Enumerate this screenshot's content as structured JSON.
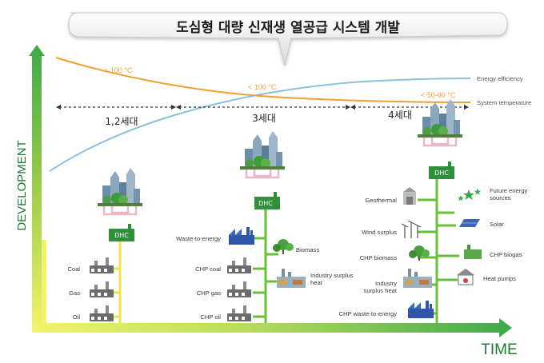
{
  "banner": {
    "title": "도심형 대량 신재생 열공급 시스템 개발"
  },
  "axes": {
    "y_label": "DEVELOPMENT",
    "x_label": "TIME"
  },
  "curves": {
    "temp_high": "> 100 °C",
    "temp_mid": "< 100 °C",
    "temp_low": "< 50-60 °C",
    "energy_efficiency": "Energy efficiency",
    "system_temperature": "System temperature"
  },
  "generations": {
    "gen12": "1,2세대",
    "gen3": "3세대",
    "gen4": "4세대"
  },
  "dhc_label": "DHC",
  "gen12_sources": [
    "Coal",
    "Gas",
    "Oil"
  ],
  "gen3_left": [
    "Waste-to-energy",
    "CHP coal",
    "CHP gas",
    "CHP oil"
  ],
  "gen3_right": [
    "Biomass",
    "Industry surplus heat"
  ],
  "gen4_left": [
    "Geothermal",
    "Wind surplus",
    "CHP biomass",
    "Industry surplus heat",
    "CHP waste-to-energy"
  ],
  "gen4_right": [
    "Future energy sources",
    "Solar",
    "CHP biogas",
    "Heat pumps"
  ],
  "colors": {
    "orange": "#f0a030",
    "blue": "#8cc0dc",
    "green": "#6abf3a",
    "dark_green": "#2f8f3a",
    "yellow": "#f1f46a"
  }
}
